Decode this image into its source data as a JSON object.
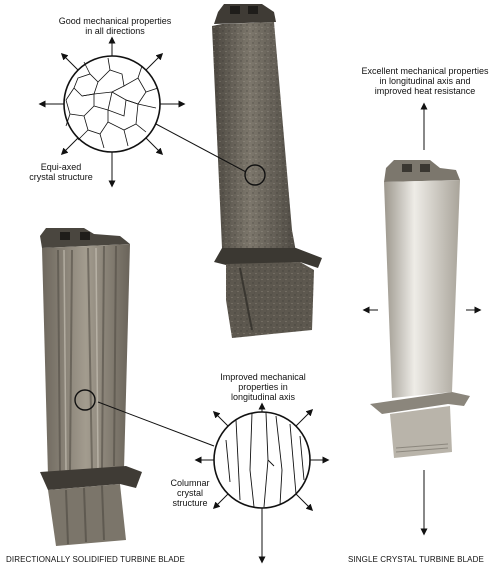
{
  "labels": {
    "equiaxed_props": [
      "Good mechanical properties",
      "in all directions"
    ],
    "equiaxed_structure": [
      "Equi-axed",
      "crystal structure"
    ],
    "single_props": [
      "Excellent mechanical properties",
      "in longitudinal axis and",
      "improved heat resistance"
    ],
    "columnar_props": [
      "Improved mechanical",
      "properties in",
      "longitudinal axis"
    ],
    "columnar_structure": [
      "Columnar",
      "crystal",
      "structure"
    ]
  },
  "captions": {
    "ds": "DIRECTIONALLY SOLIDIFIED TURBINE BLADE",
    "sc": "SINGLE CRYSTAL TURBINE BLADE"
  },
  "colors": {
    "ink": "#111111",
    "blade_dark": "#5b5750",
    "blade_mid": "#8a8479",
    "blade_light": "#d9d6cf"
  }
}
